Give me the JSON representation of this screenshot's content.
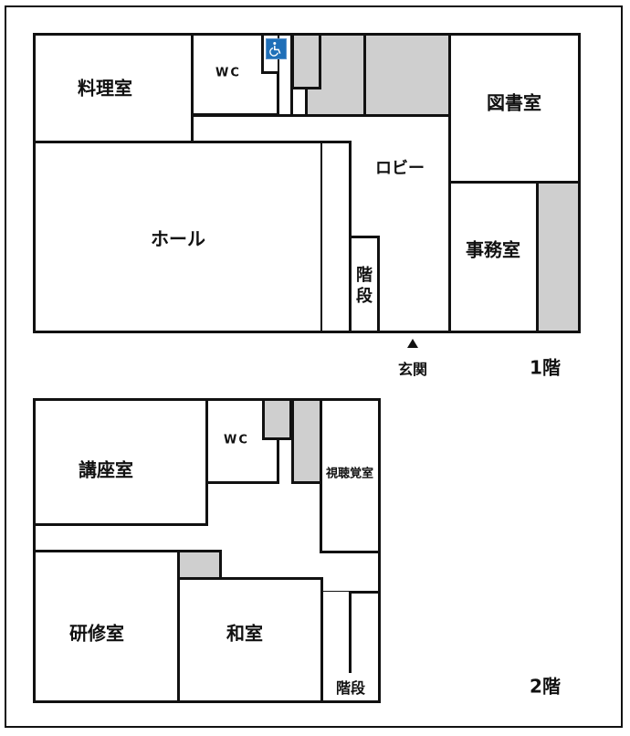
{
  "floor1": {
    "label": "1階",
    "rooms": {
      "kitchen": "料理室",
      "wc": "WC",
      "library": "図書室",
      "lobby": "ロビー",
      "hall": "ホール",
      "stairs_1": "階",
      "stairs_2": "段",
      "office": "事務室",
      "entrance": "玄関"
    },
    "accessible_icon": "wheelchair-icon",
    "entrance_marker": "▲"
  },
  "floor2": {
    "label": "2階",
    "rooms": {
      "lecture": "講座室",
      "wc": "WC",
      "av_room": "視聴覚室",
      "training": "研修室",
      "japanese_room": "和室",
      "stairs": "階段"
    }
  },
  "colors": {
    "wall": "#111111",
    "utility_fill": "#cfcfcf",
    "accessible_blue": "#1f6fb8"
  }
}
